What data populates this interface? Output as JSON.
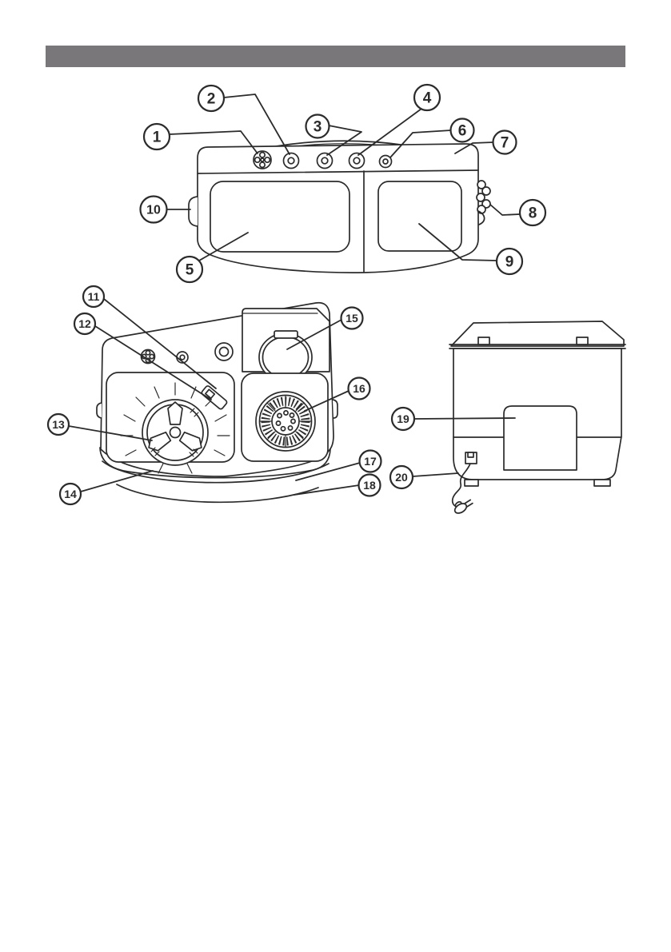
{
  "document": {
    "type": "appliance-parts-diagram-page",
    "description_visible_text_only": true
  },
  "colors": {
    "page_bg": "#ffffff",
    "header_bar": "#7a777a",
    "line": "#2b2b2b"
  },
  "header_bar": {
    "text": ""
  },
  "figures": {
    "top_view": {
      "callout_numbers": [
        "1",
        "2",
        "3",
        "4",
        "5",
        "6",
        "7",
        "8",
        "9",
        "10"
      ]
    },
    "front_view": {
      "callout_numbers": [
        "11",
        "12",
        "13",
        "14",
        "15",
        "16",
        "17",
        "18"
      ]
    },
    "back_view": {
      "callout_numbers": [
        "19",
        "20"
      ]
    }
  },
  "callouts": {
    "c1": "1",
    "c2": "2",
    "c3": "3",
    "c4": "4",
    "c5": "5",
    "c6": "6",
    "c7": "7",
    "c8": "8",
    "c9": "9",
    "c10": "10",
    "c11": "11",
    "c12": "12",
    "c13": "13",
    "c14": "14",
    "c15": "15",
    "c16": "16",
    "c17": "17",
    "c18": "18",
    "c19": "19",
    "c20": "20"
  }
}
